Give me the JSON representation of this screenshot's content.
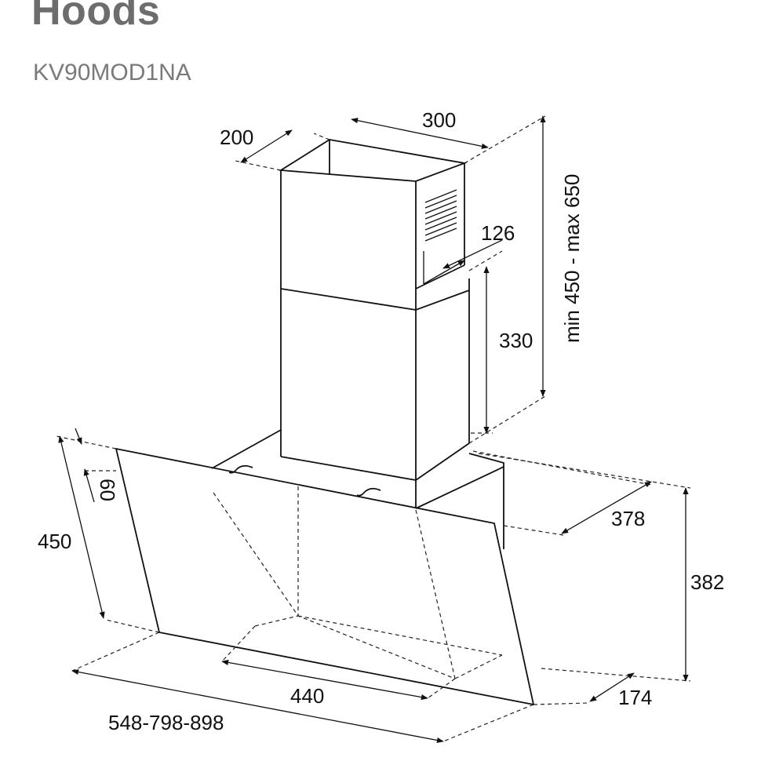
{
  "header": {
    "title": "Hoods",
    "model": "KV90MOD1NA"
  },
  "dimensions": {
    "chimney_width": "300",
    "chimney_depth": "200",
    "vent_offset": "126",
    "lower_chimney_height": "330",
    "total_chimney_height": "min 450 - max 650",
    "hood_depth": "378",
    "hood_height": "382",
    "glass_offset": "174",
    "glass_height": "450",
    "glass_top_offset": "60",
    "inner_width": "440",
    "overall_width": "548-798-898"
  }
}
